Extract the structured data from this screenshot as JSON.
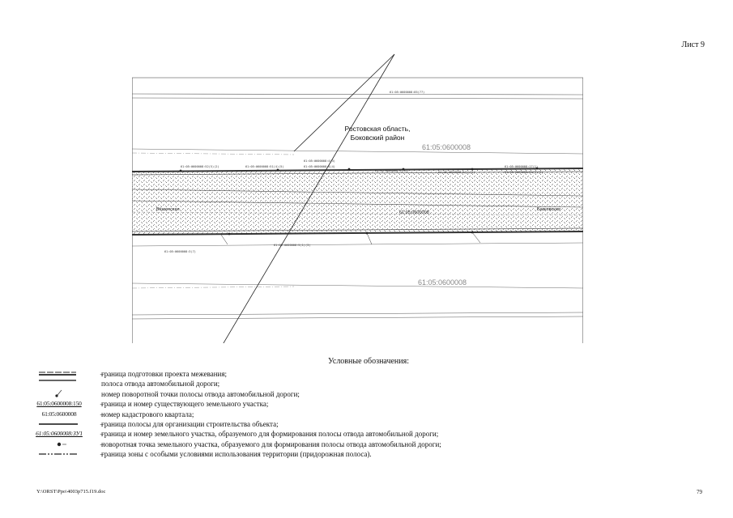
{
  "sheet_label": "Лист 9",
  "map": {
    "region_label_line1": "Ростовская область,",
    "region_label_line2": "Боковский район",
    "quarter_top": "61:05:0600008",
    "quarter_bottom": "61:05:0600008",
    "small_labels": [
      "61:05:0600008:85(77)",
      "61:05:0600008:52(5)(2)",
      "61:05:0600008:51(4)(5)",
      "61:05:0600008:4(3)",
      "61:05:0600008:4(4)",
      "61:05:0600008:5(45)",
      "61:05:0600008:5(1)(2)",
      "61:05:0600008:17(1)",
      "61:05:0600008:84(3)(2)",
      "61:05:0600008:5(1)(3)",
      "61:05:0600008:3(7)"
    ],
    "road_labels": [
      "Вёшенская",
      "61:05:0600008",
      "Базковская"
    ]
  },
  "legend_title": "Условные обозначения:",
  "legend": [
    {
      "symbol": "",
      "dash": "–",
      "text": "граница подготовки проекта межевания;"
    },
    {
      "symbol": "",
      "dash": "",
      "text": "полоса отвода автомобильной дороги;"
    },
    {
      "symbol": "",
      "dash": "",
      "text": "номер поворотной точки полосы отвода автомобильной дороги;"
    },
    {
      "symbol": "61:05:0600008:150",
      "dash": "–",
      "text": "граница и номер существующего земельного участка;"
    },
    {
      "symbol": "61:05:0600008",
      "dash": "–",
      "text": "номер кадастрового квартала;"
    },
    {
      "symbol": "",
      "dash": "–",
      "text": "граница полосы для организации строительства объекта;"
    },
    {
      "symbol": "61:05:0600008:ЗУ1",
      "dash": "–",
      "text": "граница и номер земельного участка, образуемого для формирования полосы отвода автомобильной дороги;"
    },
    {
      "symbol": "",
      "dash": "–",
      "text": "поворотная точка земельного участка, образуемого для формирования полосы отвода автомобильной дороги;"
    },
    {
      "symbol": "",
      "dash": "–",
      "text": "граница зоны с особыми условиями использования территории (придорожная полоса)."
    }
  ],
  "footer_path": "Y:\\ORST\\Ppo\\4003p715.f19.doc",
  "page_number": "79"
}
